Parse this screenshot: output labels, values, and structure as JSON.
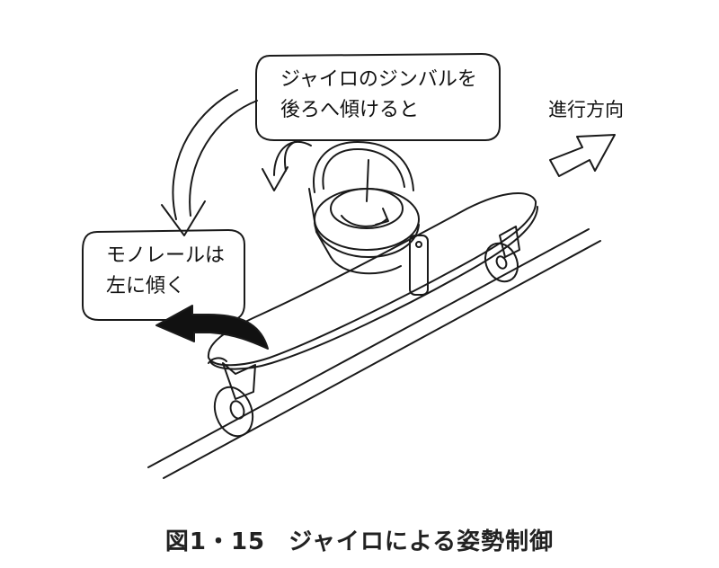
{
  "figure": {
    "bubble_gimbal": {
      "line1": "ジャイロのジンバルを",
      "line2": "後ろへ傾けると"
    },
    "bubble_monorail": {
      "line1": "モノレールは",
      "line2": "左に傾く"
    },
    "direction_label": "進行方向",
    "caption_number": "図1・15",
    "caption_title": "ジャイロによる姿勢制御"
  }
}
